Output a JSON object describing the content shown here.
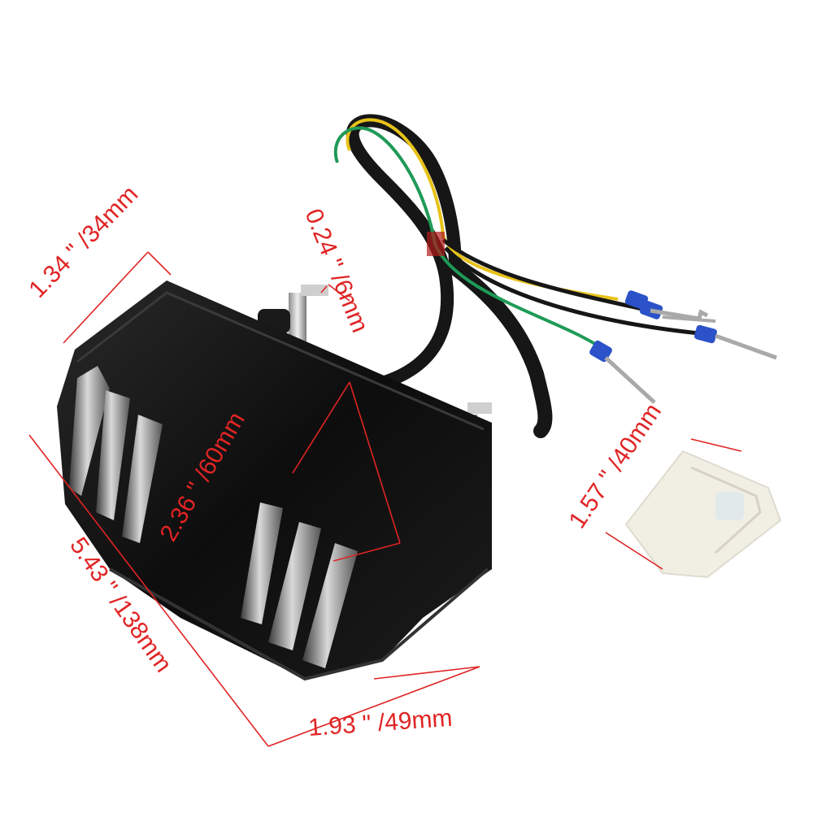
{
  "image": {
    "subject": "motorcycle LED tail light with wiring harness and connector",
    "colors": {
      "dimension": "#e02424",
      "housing": "#0d0d0d",
      "wire_yellow": "#e8c21a",
      "wire_green": "#1f9a57",
      "wire_black": "#161616",
      "terminal_blue": "#2b52c8",
      "connector": "#f1eee4"
    }
  },
  "dimensions": {
    "height": "1.34 \" /34mm",
    "bolt": "0.24 \" /6mm",
    "bolt_spacing": "2.36 \" /60mm",
    "length": "5.43 \" /138mm",
    "width": "1.93 \" /49mm",
    "connector": "1.57 \" /40mm"
  }
}
